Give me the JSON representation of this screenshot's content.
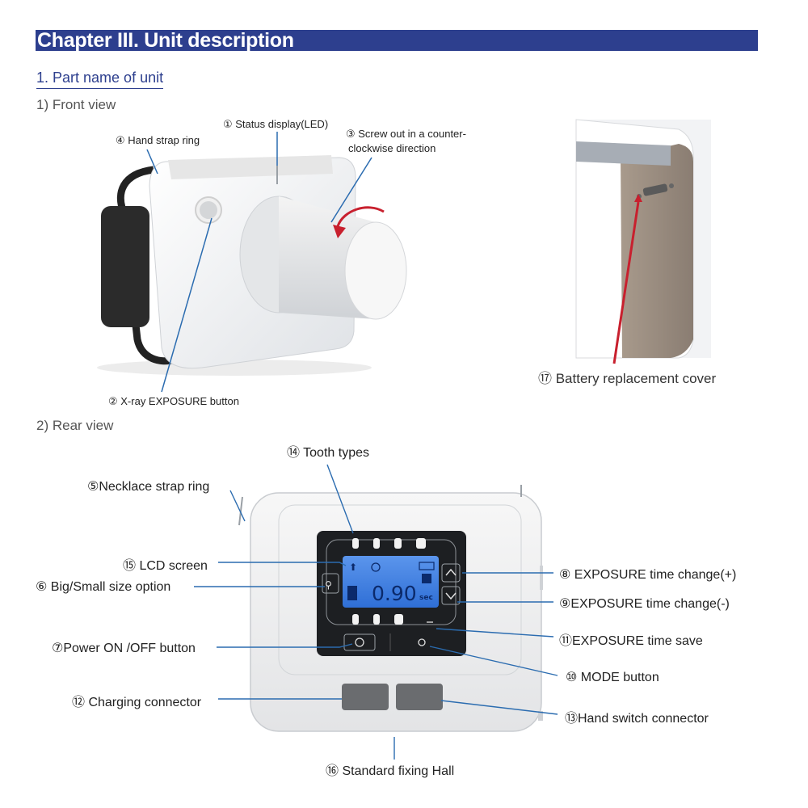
{
  "chapter_title": "Chapter III. Unit description",
  "section_title": "1. Part name of unit",
  "front_view": {
    "heading": "1) Front view",
    "labels": {
      "status_display": "① Status display(LED)",
      "hand_strap": "④ Hand strap ring",
      "screw_out_1": "③ Screw out in a counter-",
      "screw_out_2": "clockwise direction",
      "exposure_button": "② X-ray EXPOSURE button",
      "battery_cover": "⑰ Battery replacement cover"
    }
  },
  "rear_view": {
    "heading": "2) Rear view",
    "labels": {
      "tooth_types": "⑭ Tooth types",
      "necklace_strap": "⑤Necklace strap ring",
      "lcd_screen": "⑮ LCD screen",
      "size_option": "⑥ Big/Small size option",
      "power": "⑦Power ON /OFF button",
      "charging": "⑫ Charging connector",
      "fixing_hall": "⑯ Standard fixing Hall",
      "time_plus": "⑧ EXPOSURE time change(+)",
      "time_minus": "⑨EXPOSURE time change(-)",
      "time_save": "⑪EXPOSURE time save",
      "mode": "⑩ MODE button",
      "hand_switch": "⑬Hand switch connector"
    },
    "lcd": {
      "value": "0.90",
      "unit": "sec"
    }
  },
  "colors": {
    "banner": "#2d3f8e",
    "arrow": "#c8202e",
    "leader": "#2b6cb0",
    "lcd": "#3d7fe0"
  }
}
